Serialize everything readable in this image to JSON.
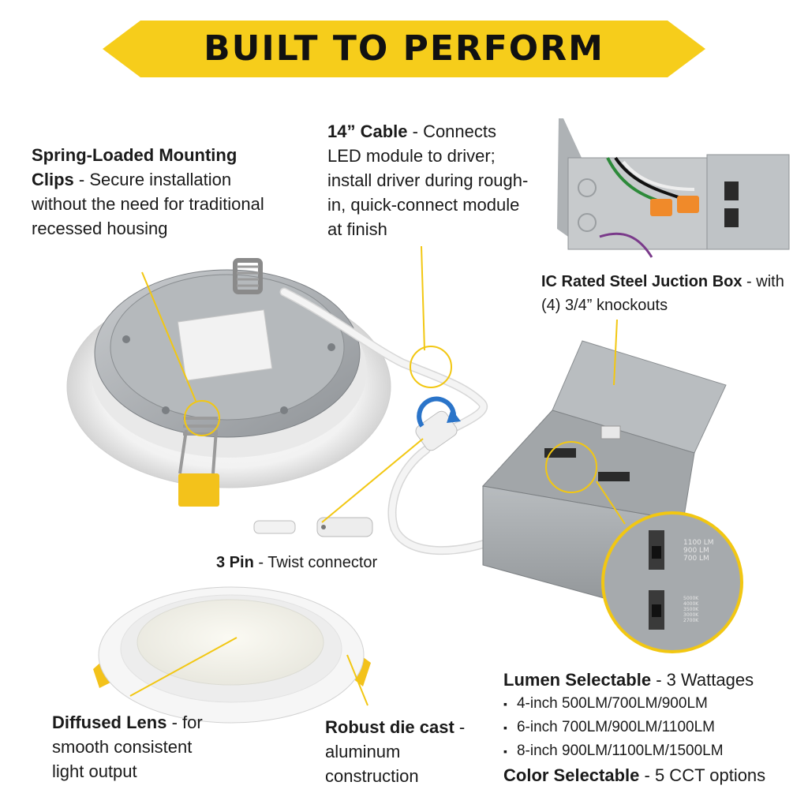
{
  "banner": {
    "title": "BUILT TO PERFORM"
  },
  "callouts": {
    "clips": {
      "title": "Spring-Loaded Mounting Clips",
      "text": "Secure installation without the need for traditional recessed housing"
    },
    "cable": {
      "title": "14” Cable",
      "text": "Connects LED module to driver; install driver during rough-in, quick-connect module at finish"
    },
    "box": {
      "title": "IC Rated Steel Juction Box",
      "text": "with (4) 3/4” knockouts"
    },
    "pin": {
      "title": "3 Pin",
      "text": "Twist connector"
    },
    "lens": {
      "title": "Diffused Lens",
      "text": "for smooth consistent light output"
    },
    "diecast": {
      "title": "Robust die cast",
      "text": "aluminum construction"
    },
    "lumen": {
      "title": "Lumen Selectable",
      "text": "3 Wattages",
      "items": [
        "4-inch 500LM/700LM/900LM",
        "6-inch 700LM/900LM/1100LM",
        "8-inch 900LM/1100LM/1500LM"
      ]
    },
    "color": {
      "title": "Color Selectable",
      "text": "5 CCT options"
    }
  },
  "switch_labels": {
    "lumen": [
      "1100 LM",
      "900 LM",
      "700 LM"
    ],
    "cct": [
      "5000K",
      "4000K",
      "3500K",
      "3000K",
      "2700K"
    ]
  },
  "colors": {
    "accent": "#f6cd1b",
    "ring": "#f2c712",
    "metal": "#a9adb0",
    "cable": "#f4f4f4",
    "clip_yellow": "#f3c21b"
  }
}
